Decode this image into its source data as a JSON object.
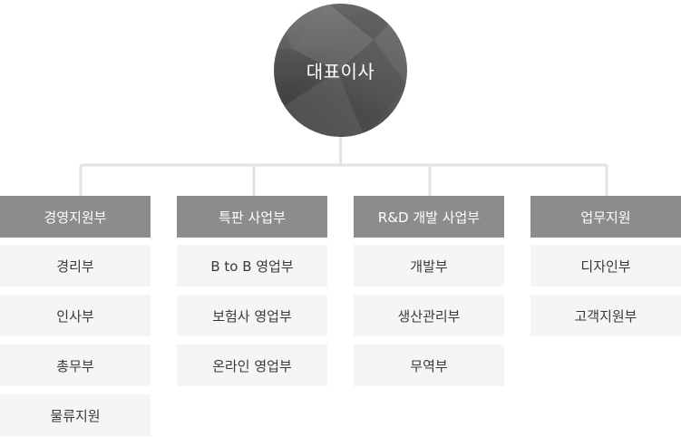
{
  "org": {
    "root": {
      "label": "대표이사"
    },
    "departments": [
      {
        "label": "경영지원부",
        "items": [
          "경리부",
          "인사부",
          "총무부",
          "물류지원"
        ]
      },
      {
        "label": "특판 사업부",
        "items": [
          "B to B 영업부",
          "보험사 영업부",
          "온라인 영업부"
        ]
      },
      {
        "label": "R&D 개발 사업부",
        "items": [
          "개발부",
          "생산관리부",
          "무역부"
        ]
      },
      {
        "label": "업무지원",
        "items": [
          "디자인부",
          "고객지원부"
        ]
      }
    ]
  },
  "colors": {
    "root_fill": "#5e5e5e",
    "header_fill": "#8c8c8c",
    "item_fill": "#f5f5f5",
    "connector": "#e3e3e3",
    "item_text": "#3a3a3a"
  }
}
